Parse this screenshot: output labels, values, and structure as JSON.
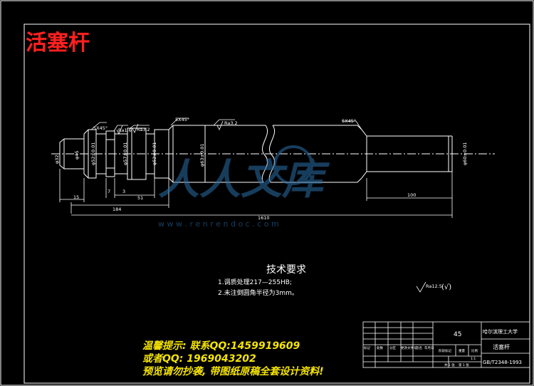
{
  "title": "活塞杆",
  "watermark": {
    "brand": "人人文库",
    "url": "w w w . r e n r e n d o c . c o m"
  },
  "dimensions": {
    "chamfer_left": "5X45°",
    "chamfer_mid": "5X45°",
    "chamfer_right": "5X45°",
    "ra_16": "Ra1.6",
    "ra_32_left": "Ra3.2",
    "ra_32_mid": "Ra3.2",
    "dia_end": "φ32",
    "dia_45": "φ45",
    "dia_52": "φ52±0.01",
    "dia_57": "φ57±0.01",
    "dia_52b": "φ52±0.01",
    "dia_main": "φ63±0.01",
    "dia_right": "φ60±0.01",
    "len_small": "15",
    "len_7": "7",
    "len_3": "3",
    "len_51": "51",
    "len_184": "184",
    "len_100": "100",
    "len_total": "1610"
  },
  "tech_requirements": {
    "heading": "技术要求",
    "items": [
      "1.调质处理217—255HB;",
      "2.未注倒圆角半径为3mm。"
    ]
  },
  "surface_note": {
    "ra": "Ra12.5",
    "symbol": "(√)"
  },
  "title_block": {
    "material": "45",
    "school": "哈尔滨理工大学",
    "part_name": "活塞杆",
    "standard": "GB/T2348-1993",
    "row_labels": [
      "标记",
      "处数",
      "分区",
      "更改文件号",
      "签名",
      "年月日"
    ],
    "mid_labels": [
      "阶段标记",
      "重量",
      "比例"
    ],
    "sheet_labels": [
      "共 1 张",
      "第 1 张"
    ],
    "scale": "1:1"
  },
  "notice": {
    "line1": "温馨提示: 联系QQ:1459919609",
    "line2": "或者QQ: 1969043202",
    "line3": "预览请勿抄袭, 带图纸原稿全套设计资料!"
  }
}
